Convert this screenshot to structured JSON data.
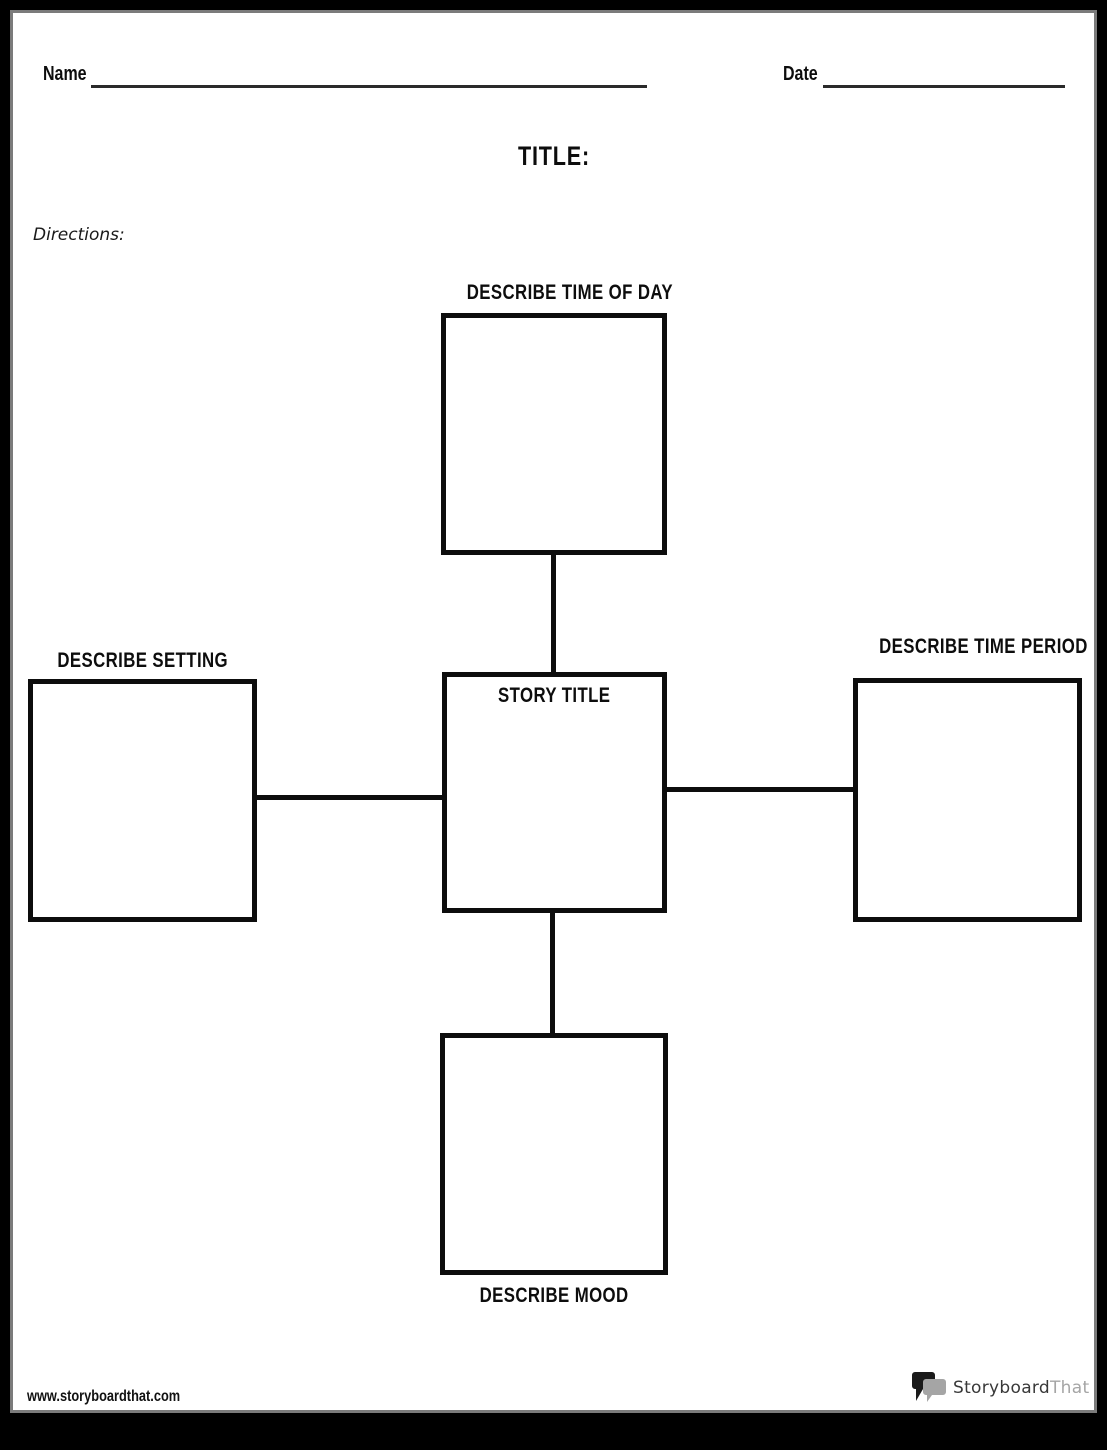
{
  "header": {
    "name_label": "Name",
    "date_label": "Date",
    "title_label": "TITLE:",
    "directions_label": "Directions:"
  },
  "diagram": {
    "top_box_label": "DESCRIBE TIME OF DAY",
    "left_box_label": "DESCRIBE SETTING",
    "right_box_label": "DESCRIBE TIME PERIOD",
    "bottom_box_label": "DESCRIBE MOOD",
    "center_box_label": "STORY TITLE"
  },
  "footer": {
    "website": "www.storyboardthat.com",
    "logo_text_primary": "Storyboard",
    "logo_text_secondary": "That"
  },
  "colors": {
    "ink": "#0d0d0d",
    "underline": "#2a2a2a",
    "page_border_gray": "#7b7b7b",
    "logo_dark": "#383838",
    "logo_gray": "#a5a5a5",
    "background": "#000000"
  }
}
